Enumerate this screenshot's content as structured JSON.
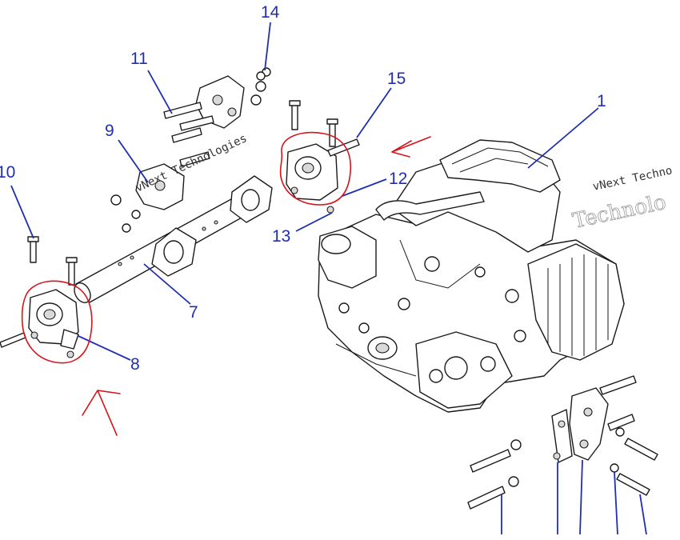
{
  "diagram": {
    "callouts": [
      "1",
      "7",
      "8",
      "9",
      "10",
      "11",
      "12",
      "13",
      "14",
      "15"
    ],
    "watermark": {
      "line1": "vNext Technologies",
      "line2": "vNext Techno",
      "line3": "Technolo"
    }
  },
  "colors": {
    "callout": "#1f2fb0",
    "markup": "#d4161b",
    "line": "#1a1a1a"
  }
}
